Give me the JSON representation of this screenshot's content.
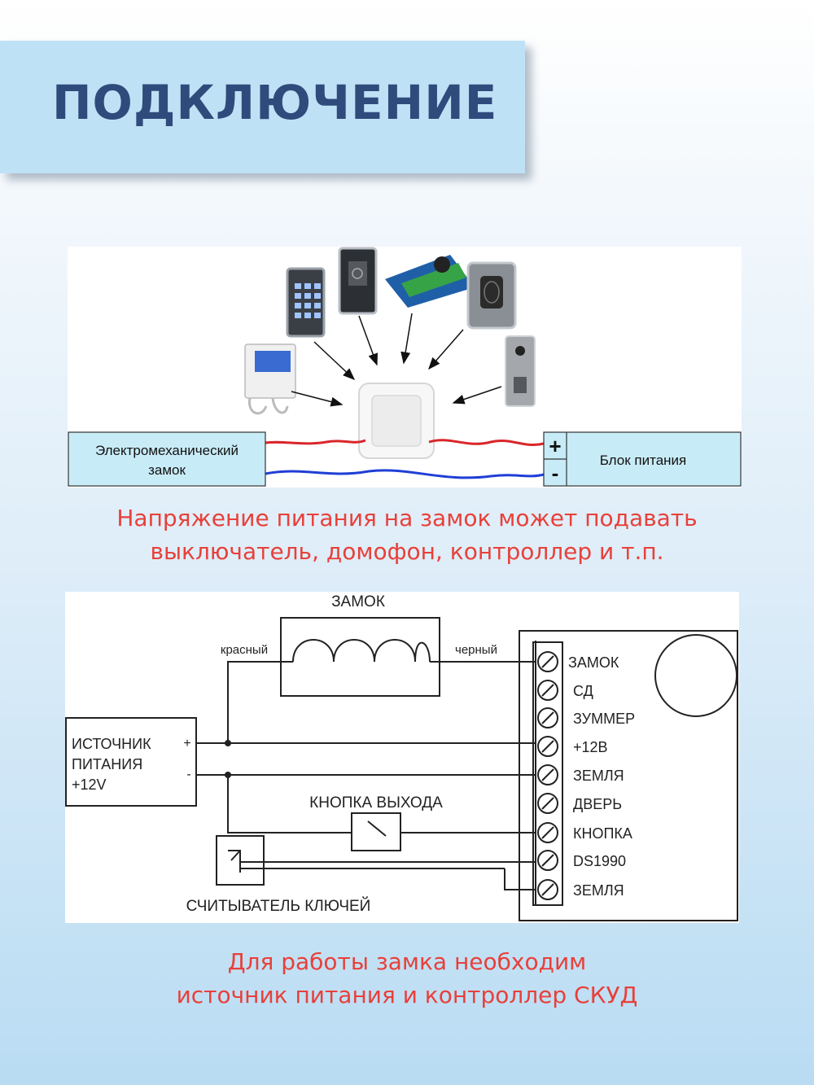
{
  "header": {
    "title": "ПОДКЛЮЧЕНИЕ"
  },
  "diagram1": {
    "lock_label_line1": "Электромеханический",
    "lock_label_line2": "замок",
    "psu_label": "Блок питания",
    "plus": "+",
    "minus": "-",
    "devices": [
      "keypad-reader-icon",
      "card-reader-icon",
      "controller-board-icon",
      "fingerprint-reader-icon",
      "video-intercom-icon",
      "call-panel-icon",
      "wall-switch-icon"
    ],
    "wire_colors": {
      "positive": "#d9262a",
      "negative": "#1f3fd6"
    }
  },
  "caption1": {
    "line1": "Напряжение питания на замок может подавать",
    "line2": "выключатель, домофон, контроллер и т.п."
  },
  "diagram2": {
    "lock_title": "ЗАМОК",
    "wire_red": "красный",
    "wire_black": "черный",
    "psu_line1": "ИСТОЧНИК",
    "psu_line2": "ПИТАНИЯ",
    "psu_line3": "+12V",
    "psu_plus": "+",
    "psu_minus": "-",
    "exit_button": "КНОПКА ВЫХОДА",
    "reader": "СЧИТЫВАТЕЛЬ КЛЮЧЕЙ",
    "terminals": [
      "ЗАМОК",
      "СД",
      "ЗУММЕР",
      "+12В",
      "ЗЕМЛЯ",
      "ДВЕРЬ",
      "КНОПКА",
      "DS1990",
      "ЗЕМЛЯ"
    ]
  },
  "caption2": {
    "line1": "Для работы замка необходим",
    "line2": "источник питания и контроллер СКУД"
  }
}
